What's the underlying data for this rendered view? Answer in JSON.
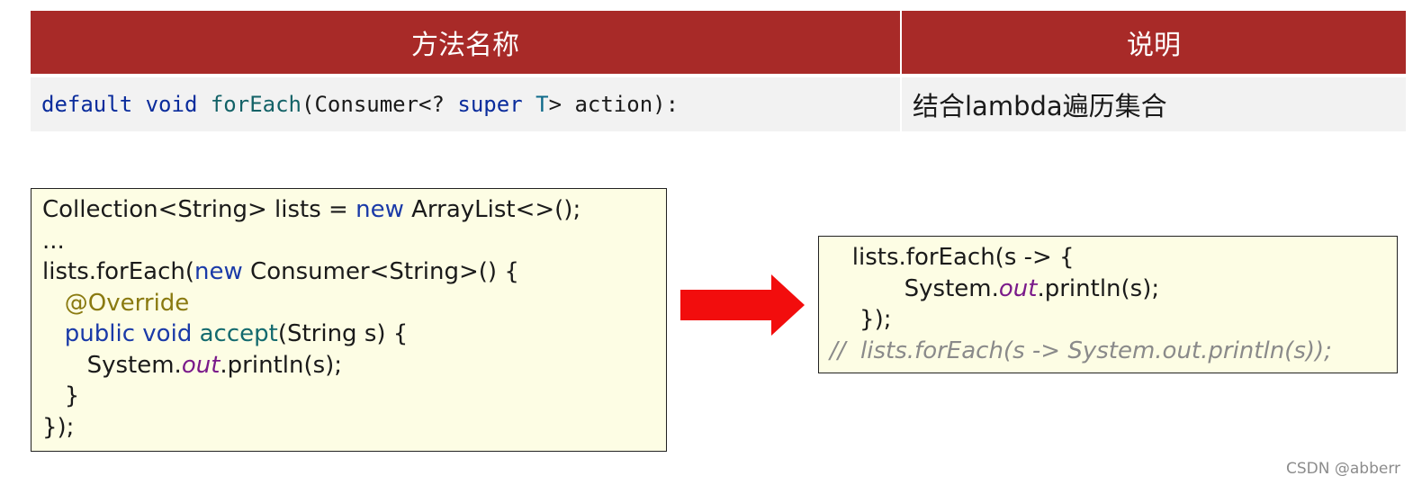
{
  "table": {
    "headers": {
      "method": "方法名称",
      "description": "说明"
    },
    "row": {
      "method_tokens": [
        {
          "text": "default",
          "style": "kw-blue"
        },
        {
          "text": " ",
          "style": ""
        },
        {
          "text": "void",
          "style": "kw-blue"
        },
        {
          "text": " ",
          "style": ""
        },
        {
          "text": "forEach",
          "style": "kw-method"
        },
        {
          "text": "(Consumer<? ",
          "style": ""
        },
        {
          "text": "super",
          "style": "kw-blue"
        },
        {
          "text": " ",
          "style": ""
        },
        {
          "text": "T",
          "style": "kw-teal"
        },
        {
          "text": "> action):",
          "style": ""
        }
      ],
      "description": "结合lambda遍历集合"
    }
  },
  "code_left": {
    "lines": [
      [
        {
          "t": "Collection<String> lists = ",
          "s": ""
        },
        {
          "t": "new",
          "s": "c-kw"
        },
        {
          "t": " ArrayList<>();",
          "s": ""
        }
      ],
      [
        {
          "t": "...",
          "s": ""
        }
      ],
      [
        {
          "t": "lists.forEach(",
          "s": ""
        },
        {
          "t": "new",
          "s": "c-kw"
        },
        {
          "t": " Consumer<String>() {",
          "s": ""
        }
      ],
      [
        {
          "t": "   ",
          "s": ""
        },
        {
          "t": "@Override",
          "s": "c-anno"
        }
      ],
      [
        {
          "t": "   ",
          "s": ""
        },
        {
          "t": "public",
          "s": "c-kw"
        },
        {
          "t": " ",
          "s": ""
        },
        {
          "t": "void",
          "s": "c-kw"
        },
        {
          "t": " ",
          "s": ""
        },
        {
          "t": "accept",
          "s": "c-method"
        },
        {
          "t": "(String s) {",
          "s": ""
        }
      ],
      [
        {
          "t": "      System.",
          "s": ""
        },
        {
          "t": "out",
          "s": "c-field"
        },
        {
          "t": ".println(s);",
          "s": ""
        }
      ],
      [
        {
          "t": "   }",
          "s": ""
        }
      ],
      [
        {
          "t": "});",
          "s": ""
        }
      ]
    ]
  },
  "code_right": {
    "lines": [
      [
        {
          "t": "   lists.forEach(s -> {",
          "s": ""
        }
      ],
      [
        {
          "t": "          System.",
          "s": ""
        },
        {
          "t": "out",
          "s": "c-field"
        },
        {
          "t": ".println(s);",
          "s": ""
        }
      ],
      [
        {
          "t": "    });",
          "s": ""
        }
      ],
      [
        {
          "t": "//  lists.forEach(s -> System.out.println(s));",
          "s": "c-comment"
        }
      ]
    ]
  },
  "arrow": {
    "icon": "right-arrow-icon",
    "color": "#f20d0d"
  },
  "watermark": "CSDN @abberr"
}
